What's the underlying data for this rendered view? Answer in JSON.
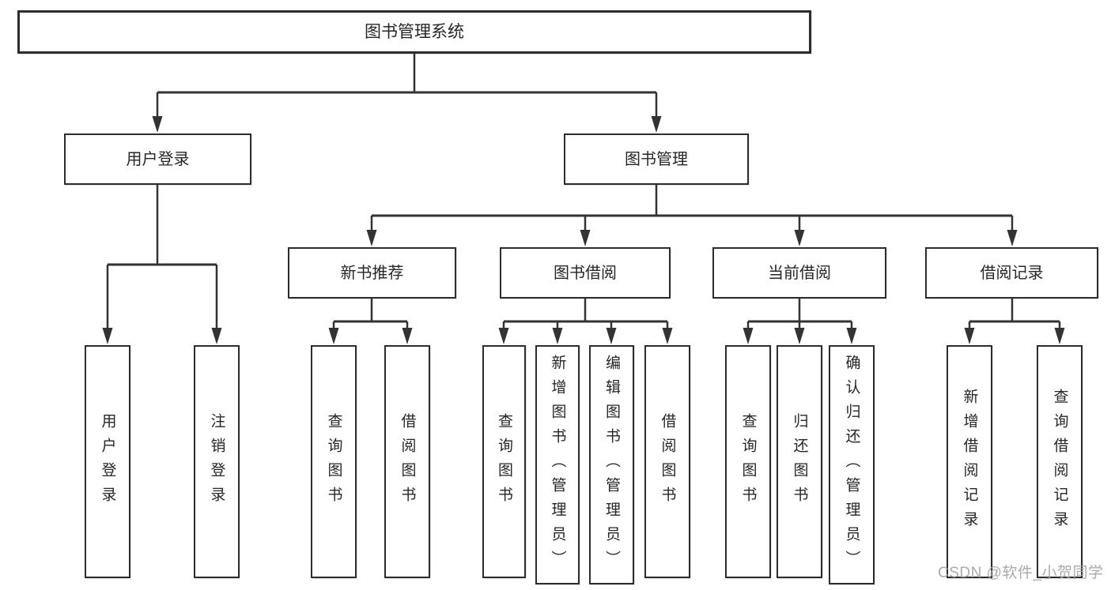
{
  "colors": {
    "line": "#333333",
    "box_border": "#2d2d2d",
    "box_fill": "#ffffff",
    "text": "#262626",
    "watermark": "#a3a3a3"
  },
  "tree": {
    "root": {
      "label": "图书管理系统"
    },
    "branches": [
      {
        "label": "用户登录",
        "children": [
          {
            "label": "用户登录"
          },
          {
            "label": "注销登录"
          }
        ]
      },
      {
        "label": "图书管理",
        "children": [
          {
            "label": "新书推荐",
            "children": [
              {
                "label": "查询图书"
              },
              {
                "label": "借阅图书"
              }
            ]
          },
          {
            "label": "图书借阅",
            "children": [
              {
                "label": "查询图书"
              },
              {
                "label": "新增图书（管理员）"
              },
              {
                "label": "编辑图书（管理员）"
              },
              {
                "label": "借阅图书"
              }
            ]
          },
          {
            "label": "当前借阅",
            "children": [
              {
                "label": "查询图书"
              },
              {
                "label": "归还图书"
              },
              {
                "label": "确认归还（管理员）"
              }
            ]
          },
          {
            "label": "借阅记录",
            "children": [
              {
                "label": "新增借阅记录"
              },
              {
                "label": "查询借阅记录"
              }
            ]
          }
        ]
      }
    ]
  },
  "watermark": {
    "text": "CSDN @软件_小贺同学"
  }
}
